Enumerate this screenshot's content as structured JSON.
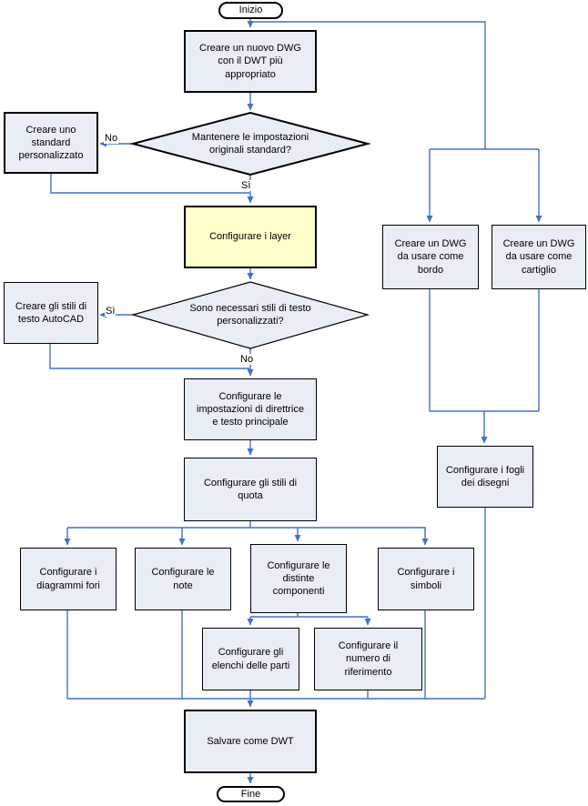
{
  "colors": {
    "connector": "#4472C4",
    "node_fill": "#E8EDF6",
    "highlight_fill": "#FFFFCC",
    "border": "#000000"
  },
  "flowchart": {
    "nodes": {
      "inizio": {
        "label": "Inizio",
        "type": "terminator"
      },
      "create_new_dwg": {
        "label": "Creare un nuovo DWG\ncon il DWT più\nappropriato",
        "type": "process"
      },
      "keep_standard_decision": {
        "label": "Mantenere le impostazioni\noriginali standard?",
        "type": "decision"
      },
      "create_custom_standard": {
        "label": "Creare uno\nstandard\npersonalizzato",
        "type": "process"
      },
      "configure_layers": {
        "label": "Configurare i layer",
        "type": "process-highlighted"
      },
      "text_styles_decision": {
        "label": "Sono necessari stili di testo\npersonalizzati?",
        "type": "decision"
      },
      "create_text_styles": {
        "label": "Creare gli stili di\ntesto AutoCAD",
        "type": "process"
      },
      "configure_leader": {
        "label": "Configurare le\nimpostazioni di direttrice\ne testo principale",
        "type": "process"
      },
      "configure_dim_styles": {
        "label": "Configurare gli stili di\nquota",
        "type": "process"
      },
      "configure_hole_charts": {
        "label": "Configurare i\ndiagrammi fori",
        "type": "process"
      },
      "configure_notes": {
        "label": "Configurare le\nnote",
        "type": "process"
      },
      "configure_boms": {
        "label": "Configurare le\ndistinte\ncomponenti",
        "type": "process"
      },
      "configure_symbols": {
        "label": "Configurare i\nsimboli",
        "type": "process"
      },
      "configure_parts_lists": {
        "label": "Configurare gli\nelenchi delle parti",
        "type": "process"
      },
      "configure_balloons": {
        "label": "Configurare il\nnumero di\nriferimento",
        "type": "process"
      },
      "save_as_dwt": {
        "label": "Salvare come DWT",
        "type": "process"
      },
      "fine": {
        "label": "Fine",
        "type": "terminator"
      },
      "create_border_dwg": {
        "label": "Creare un DWG\nda usare come\nbordo",
        "type": "process"
      },
      "create_titleblock_dwg": {
        "label": "Creare un DWG\nda usare come\ncartiglio",
        "type": "process"
      },
      "configure_sheets": {
        "label": "Configurare i fogli\ndei disegni",
        "type": "process"
      }
    },
    "edge_labels": {
      "keep_standard_no": "No",
      "keep_standard_yes": "Sì",
      "text_styles_yes": "Sì",
      "text_styles_no": "No"
    }
  }
}
